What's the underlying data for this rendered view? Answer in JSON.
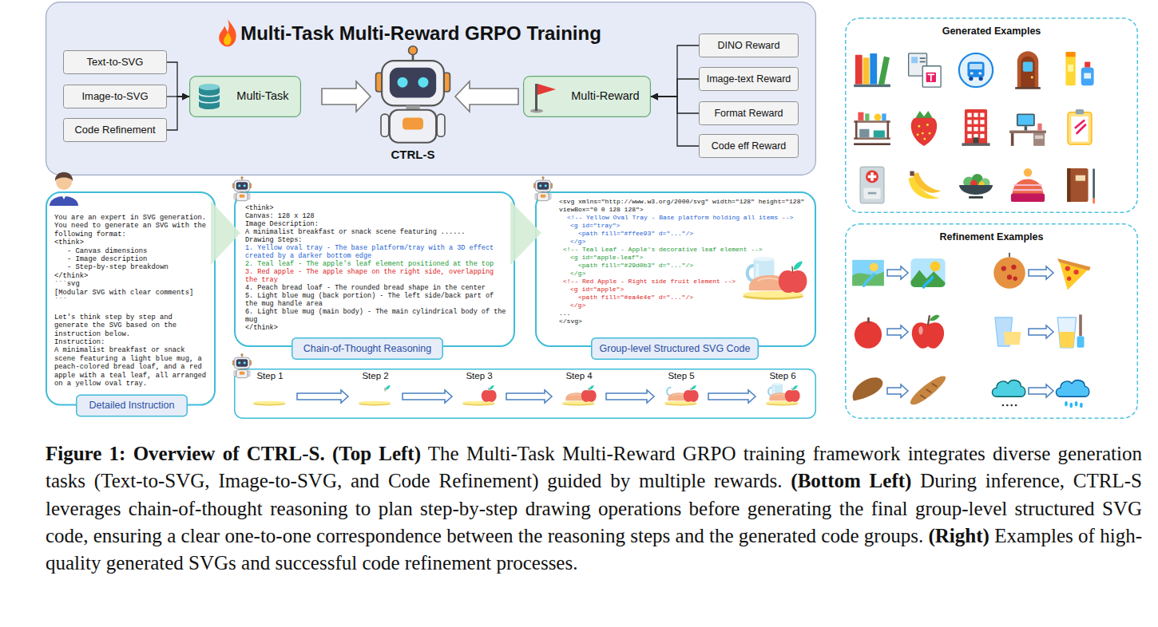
{
  "diagram": {
    "caption": "Figure 1: Overview of CTRL-S. (Top Left) The Multi-Task Multi-Reward GRPO training framework integrates diverse generation tasks (Text-to-SVG, Image-to-SVG, and Code Refinement) guided by multiple rewards. (Bottom Left) During inference, CTRL-S leverages chain-of-thought reasoning to plan step-by-step drawing operations before generating the final group-level structured SVG code, ensuring a clear one-to-one correspondence between the reasoning steps and the generated code groups. (Right) Examples of high-quality generated SVGs and successful code refinement processes.",
    "nodes": [
      {
        "text": [
          "Multi-Task Multi-Reward GRPO Training"
        ]
      },
      {
        "text": [
          "Text-to-SVG"
        ],
        "in": 0
      },
      {
        "text": [
          "Image-to-SVG"
        ],
        "in": 0
      },
      {
        "text": [
          "Code Refinement"
        ],
        "in": 0
      },
      {
        "text": [
          "Multi-Task"
        ],
        "in": 0
      },
      {
        "text": [
          "CTRL-S"
        ],
        "in": 0
      },
      {
        "text": [
          "Multi-Reward"
        ],
        "in": 0
      },
      {
        "text": [
          "DINO Reward"
        ],
        "in": 0
      },
      {
        "text": [
          "Image-text Reward"
        ],
        "in": 0
      },
      {
        "text": [
          "Format Reward"
        ],
        "in": 0
      },
      {
        "text": [
          "Code eff Reward"
        ],
        "in": 0
      },
      {
        "text": [
          "Generated Examples"
        ]
      },
      {
        "text": [
          "You are an expert in SVG generation. You need to generate an SVG with the following format:",
          "<think>",
          "- Canvas dimensions",
          "- Image description",
          "- Step-by-step breakdown",
          "</think>",
          "```svg",
          "[Modular SVG with clear comments]",
          "```",
          "Let's think step by step and generate the SVG based on the instruction below.",
          "Instruction:",
          "A minimalist breakfast or snack scene featuring a light blue mug, a peach-colored bread loaf, and a red apple with a teal leaf, all arranged on a yellow oval tray."
        ]
      },
      {
        "text": [
          "Detailed Instruction"
        ],
        "in": 12
      },
      {
        "text": [
          "<think>",
          "Canvas: 128 x 128",
          "Image Description:",
          "A minimalist breakfast or snack scene featuring ......",
          "Drawing Steps:",
          "1. Yellow oval tray - The base platform/tray with a 3D effect created by a darker bottom edge",
          "2. Teal leaf - The apple's leaf element positioned at the top",
          "3. Red apple - The apple shape on the right side, overlapping the tray",
          "4. Peach bread loaf - The rounded bread shape in the center",
          "5. Light blue mug (back portion) - The left side/back part of the mug handle area",
          "6. Light blue mug (main body) - The main cylindrical body of the mug",
          "</think>"
        ]
      },
      {
        "text": [
          "Chain-of-Thought Reasoning"
        ],
        "in": 14
      },
      {
        "text": [
          "<svg xmlns=\"http://www.w3.org/2000/svg\" width=\"128\" height=\"128\" viewBox=\"0 0 128 128\">",
          "<!-- Yellow Oval Tray - Base platform holding all items -->",
          "<g id=\"tray\">",
          "<path fill=\"#ffee93\" d=\"...\"/>",
          "</g>",
          "<!-- Teal Leaf - Apple's decorative leaf element -->",
          "<g id=\"apple-leaf\">",
          "<path fill=\"#29d0b3\" d=\"...\"/>",
          "</g>",
          "<!-- Red Apple - Right side fruit element -->",
          "<g id=\"apple\">",
          "<path fill=\"#ea4e4e\" d=\"...\"/>",
          "</g>",
          "...",
          "</svg>"
        ]
      },
      {
        "text": [
          "Group-level Structured SVG Code"
        ],
        "in": 16
      },
      {
        "text": [
          "Step 1",
          "Step 2",
          "Step 3",
          "Step 4",
          "Step 5",
          "Step 6"
        ]
      },
      {
        "text": [
          "Refinement Examples"
        ]
      }
    ],
    "edges": [
      {
        "from": 1,
        "to": 4,
        "arrow": "to"
      },
      {
        "from": 2,
        "to": 4,
        "arrow": "to"
      },
      {
        "from": 3,
        "to": 4,
        "arrow": "to"
      },
      {
        "from": 4,
        "to": 5,
        "arrow": "to"
      },
      {
        "from": 6,
        "to": 5,
        "arrow": "to"
      },
      {
        "from": 7,
        "to": 6,
        "arrow": "to"
      },
      {
        "from": 8,
        "to": 6,
        "arrow": "to"
      },
      {
        "from": 9,
        "to": 6,
        "arrow": "to"
      },
      {
        "from": 10,
        "to": 6,
        "arrow": "to"
      },
      {
        "from": 12,
        "to": 14,
        "arrow": "to"
      },
      {
        "from": 14,
        "to": 16,
        "arrow": "to"
      }
    ]
  }
}
